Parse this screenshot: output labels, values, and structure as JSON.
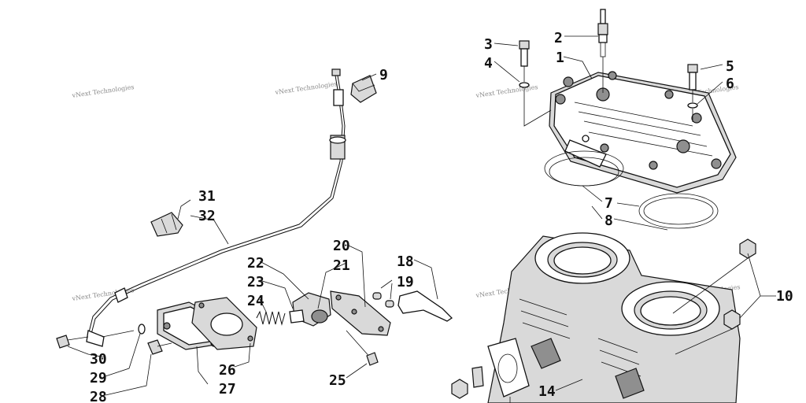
{
  "callouts": {
    "c1": "1",
    "c2": "2",
    "c3": "3",
    "c4": "4",
    "c5": "5",
    "c6": "6",
    "c7": "7",
    "c8": "8",
    "c9": "9",
    "c10": "10",
    "c14": "14",
    "c18": "18",
    "c19": "19",
    "c20": "20",
    "c21": "21",
    "c22": "22",
    "c23": "23",
    "c24": "24",
    "c25": "25",
    "c26": "26",
    "c27": "27",
    "c28": "28",
    "c29": "29",
    "c30": "30",
    "c31": "31",
    "c32": "32"
  },
  "watermark": "vNext Technologies"
}
